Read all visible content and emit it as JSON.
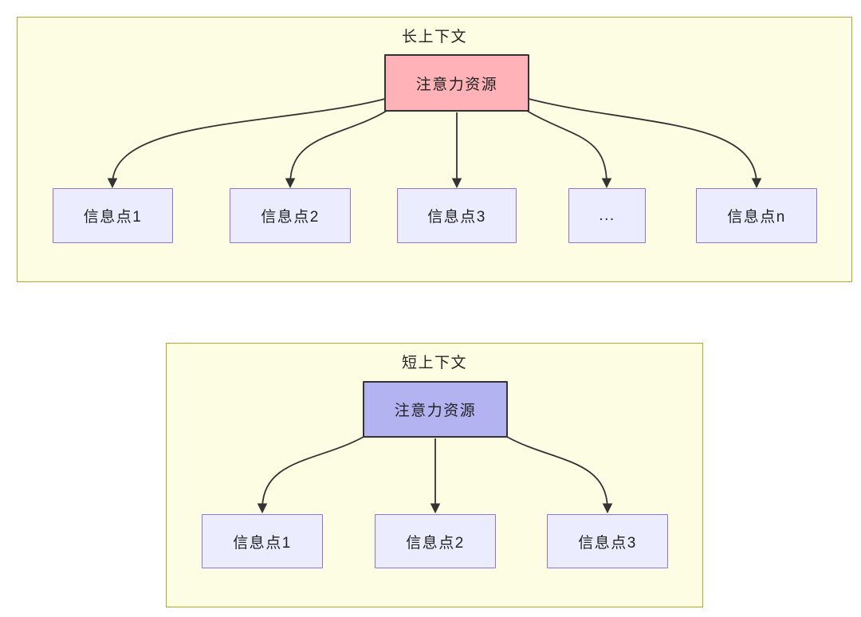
{
  "diagram": {
    "type": "flow-diagram",
    "clusters": {
      "long": {
        "title": "长上下文",
        "source": {
          "label": "注意力资源",
          "fill": "#ffb3b8"
        },
        "nodes": [
          {
            "label": "信息点1"
          },
          {
            "label": "信息点2"
          },
          {
            "label": "信息点3"
          },
          {
            "label": "..."
          },
          {
            "label": "信息点n"
          }
        ]
      },
      "short": {
        "title": "短上下文",
        "source": {
          "label": "注意力资源",
          "fill": "#b3b3f2"
        },
        "nodes": [
          {
            "label": "信息点1"
          },
          {
            "label": "信息点2"
          },
          {
            "label": "信息点3"
          }
        ]
      }
    },
    "colors": {
      "cluster_fill": "#fdfde3",
      "cluster_border": "#aaaa33",
      "info_node_fill": "#ececff",
      "info_node_border": "#9370db",
      "source_border": "#333333",
      "edge": "#333333",
      "text": "#222222",
      "page_background": "#ffffff"
    }
  }
}
